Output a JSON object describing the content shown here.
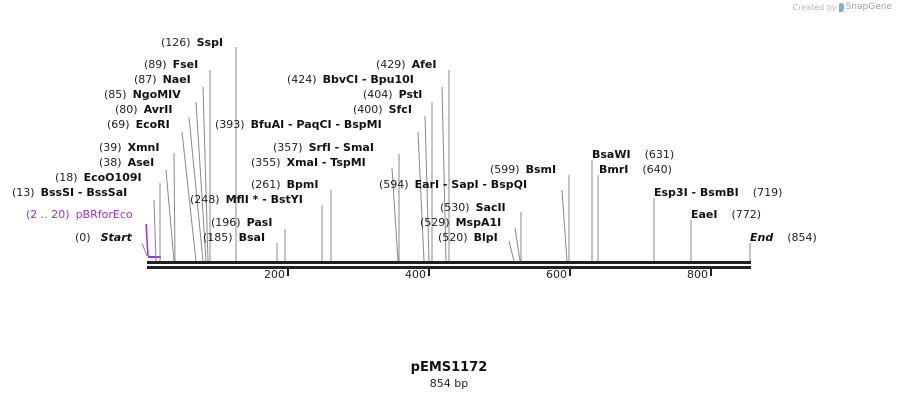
{
  "credit": {
    "prefix": "Created by",
    "brand": "SnapGene"
  },
  "plasmid": {
    "name": "pEMS1172",
    "length_label": "854 bp",
    "length": 854
  },
  "axis": {
    "ticks": [
      {
        "bp": 200,
        "label": "200"
      },
      {
        "bp": 400,
        "label": "400"
      },
      {
        "bp": 600,
        "label": "600"
      },
      {
        "bp": 800,
        "label": "800"
      }
    ]
  },
  "feature": {
    "label": "pBRforEco",
    "range": "(2 .. 20)",
    "start": 2,
    "end": 20,
    "color": "#9b30e0"
  },
  "start_marker": {
    "pos": "(0)",
    "label": "Start"
  },
  "end_marker": {
    "pos": "(854)",
    "label": "End"
  },
  "sites_left": [
    {
      "pos": "(126)",
      "name": "SspI",
      "bp": 126
    },
    {
      "pos": "(89)",
      "name": "FseI",
      "bp": 89
    },
    {
      "pos": "(87)",
      "name": "NaeI",
      "bp": 87
    },
    {
      "pos": "(85)",
      "name": "NgoMIV",
      "bp": 85
    },
    {
      "pos": "(80)",
      "name": "AvrII",
      "bp": 80
    },
    {
      "pos": "(69)",
      "name": "EcoRI",
      "bp": 69
    },
    {
      "pos": "(39)",
      "name": "XmnI",
      "bp": 39
    },
    {
      "pos": "(38)",
      "name": "AseI",
      "bp": 38
    },
    {
      "pos": "(18)",
      "name": "EcoO109I",
      "bp": 18
    },
    {
      "pos": "(13)",
      "name": "BssSI  - BssSaI",
      "bp": 13
    }
  ],
  "sites_middle": [
    {
      "pos": "(429)",
      "name": "AfeI",
      "bp": 429
    },
    {
      "pos": "(424)",
      "name": "BbvCI  - Bpu10I",
      "bp": 424
    },
    {
      "pos": "(404)",
      "name": "PstI",
      "bp": 404
    },
    {
      "pos": "(400)",
      "name": "SfcI",
      "bp": 400
    },
    {
      "pos": "(393)",
      "name": "BfuAI  - PaqCI  - BspMI",
      "bp": 393
    },
    {
      "pos": "(357)",
      "name": "SrfI  - SmaI",
      "bp": 357
    },
    {
      "pos": "(355)",
      "name": "XmaI  - TspMI",
      "bp": 355
    },
    {
      "pos": "(261)",
      "name": "BpmI",
      "bp": 261
    },
    {
      "pos": "(248)",
      "name": "MflI * - BstYI",
      "bp": 248
    },
    {
      "pos": "(196)",
      "name": "PasI",
      "bp": 196
    },
    {
      "pos": "(185)",
      "name": "BsaI",
      "bp": 185
    },
    {
      "pos": "(594)",
      "name": "EarI  - SapI  - BspQI",
      "bp": 594
    },
    {
      "pos": "(599)",
      "name": "BsmI",
      "bp": 599
    },
    {
      "pos": "(530)",
      "name": "SacII",
      "bp": 530
    },
    {
      "pos": "(529)",
      "name": "MspA1I",
      "bp": 529
    },
    {
      "pos": "(520)",
      "name": "BlpI",
      "bp": 520
    }
  ],
  "sites_right": [
    {
      "pos": "(631)",
      "name": "BsaWI",
      "bp": 631
    },
    {
      "pos": "(640)",
      "name": "BmrI",
      "bp": 640
    },
    {
      "pos": "(719)",
      "name": "Esp3I  - BsmBI",
      "bp": 719
    },
    {
      "pos": "(772)",
      "name": "EaeI",
      "bp": 772
    }
  ]
}
